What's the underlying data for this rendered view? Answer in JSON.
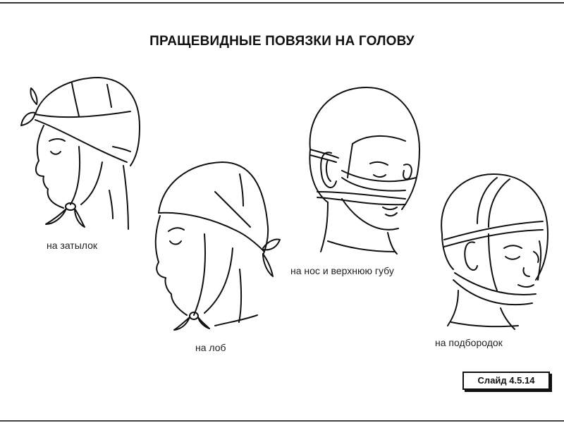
{
  "title": "ПРАЩЕВИДНЫЕ ПОВЯЗКИ НА ГОЛОВУ",
  "figures": [
    {
      "id": "nape",
      "caption": "на затылок",
      "icon": "head-bandage-nape-icon"
    },
    {
      "id": "forehead",
      "caption": "на лоб",
      "icon": "head-bandage-forehead-icon"
    },
    {
      "id": "nose-lip",
      "caption": "на нос и верхнюю губу",
      "icon": "head-bandage-nose-lip-icon"
    },
    {
      "id": "chin",
      "caption": "на подбородок",
      "icon": "head-bandage-chin-icon"
    }
  ],
  "slide_label": "Слайд 4.5.14"
}
